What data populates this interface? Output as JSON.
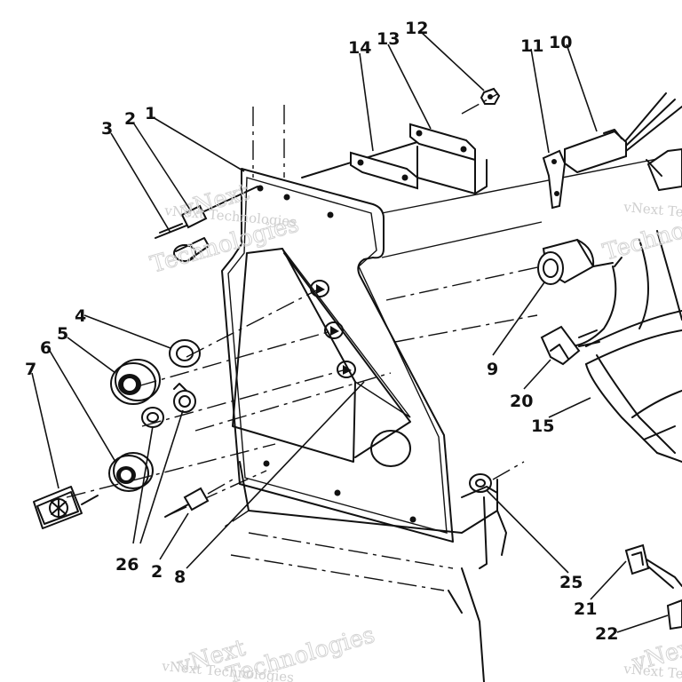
{
  "callouts": [
    {
      "id": "c1",
      "text": "1"
    },
    {
      "id": "c2a",
      "text": "2"
    },
    {
      "id": "c3",
      "text": "3"
    },
    {
      "id": "c4",
      "text": "4"
    },
    {
      "id": "c5",
      "text": "5"
    },
    {
      "id": "c6",
      "text": "6"
    },
    {
      "id": "c7",
      "text": "7"
    },
    {
      "id": "c8",
      "text": "8"
    },
    {
      "id": "c9",
      "text": "9"
    },
    {
      "id": "c10",
      "text": "10"
    },
    {
      "id": "c11",
      "text": "11"
    },
    {
      "id": "c12",
      "text": "12"
    },
    {
      "id": "c13",
      "text": "13"
    },
    {
      "id": "c14",
      "text": "14"
    },
    {
      "id": "c15",
      "text": "15"
    },
    {
      "id": "c20",
      "text": "20"
    },
    {
      "id": "c21",
      "text": "21"
    },
    {
      "id": "c22",
      "text": "22"
    },
    {
      "id": "c25",
      "text": "25"
    },
    {
      "id": "c26",
      "text": "26"
    },
    {
      "id": "c2b",
      "text": "2"
    }
  ],
  "watermark": {
    "small": "vNext Technologies",
    "big_top": "vNext",
    "big_bottom": "Technologies"
  }
}
